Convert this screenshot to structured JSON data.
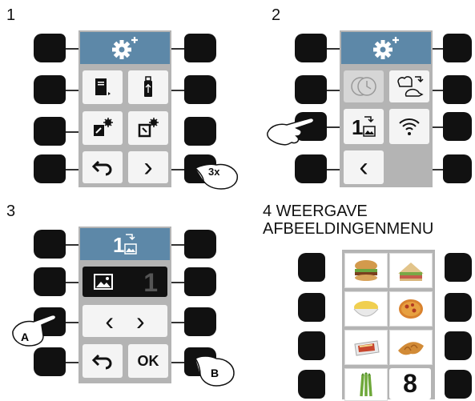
{
  "steps": {
    "s1": "1",
    "s2": "2",
    "s3": "3",
    "s4_line1": "4 WEERGAVE",
    "s4_line2": "AFBEELDINGENMENU"
  },
  "panel1": {
    "header_icon": "settings-gear-plus-icon",
    "tiles": [
      "recipe-book-icon",
      "usb-icon",
      "export-gear-icon",
      "import-gear-icon",
      "back-arrow-icon",
      "next-chevron-icon"
    ],
    "next_glyph": "›",
    "press_hint": "3x"
  },
  "panel2": {
    "header_icon": "settings-gear-plus-icon",
    "tiles": [
      "clock-icon",
      "chef-hat-swap-icon",
      "picture-1-icon",
      "wifi-icon",
      "prev-chevron-icon"
    ],
    "prev_glyph": "‹"
  },
  "panel3": {
    "header_icon": "picture-1-icon",
    "value": "1",
    "prev_glyph": "‹",
    "next_glyph": "›",
    "ok_label": "OK",
    "hint_a": "A",
    "hint_b": "B"
  },
  "panel4": {
    "images": [
      "burger-image",
      "sandwich-image",
      "rice-bowl-image",
      "pizza-image",
      "lasagna-image",
      "croissant-image",
      "asparagus-image"
    ],
    "count": "8"
  },
  "colors": {
    "header": "#5d88a8",
    "panel": "#b4b4b4",
    "button": "#111111"
  }
}
